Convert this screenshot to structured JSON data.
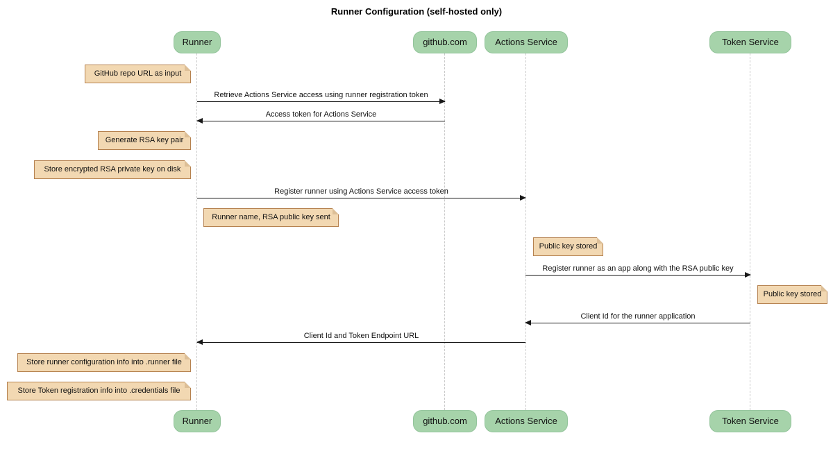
{
  "title": "Runner Configuration (self-hosted only)",
  "participants": [
    {
      "label": "Runner"
    },
    {
      "label": "github.com"
    },
    {
      "label": "Actions Service"
    },
    {
      "label": "Token Service"
    }
  ],
  "messages": [
    {
      "text": "Retrieve Actions Service access using runner registration token",
      "from": "Runner",
      "to": "github.com",
      "direction": "right"
    },
    {
      "text": "Access token for Actions Service",
      "from": "github.com",
      "to": "Runner",
      "direction": "left"
    },
    {
      "text": "Register runner using Actions Service access token",
      "from": "Runner",
      "to": "Actions Service",
      "direction": "right"
    },
    {
      "text": "Register runner as an app along with the RSA public key",
      "from": "Actions Service",
      "to": "Token Service",
      "direction": "right"
    },
    {
      "text": "Client Id for the runner application",
      "from": "Token Service",
      "to": "Actions Service",
      "direction": "left"
    },
    {
      "text": "Client Id and Token Endpoint URL",
      "from": "Actions Service",
      "to": "Runner",
      "direction": "left"
    }
  ],
  "notes": [
    {
      "text": "GitHub repo URL as input",
      "anchor": "Runner",
      "side": "left"
    },
    {
      "text": "Generate RSA key pair",
      "anchor": "Runner",
      "side": "left"
    },
    {
      "text": "Store encrypted RSA private key on disk",
      "anchor": "Runner",
      "side": "left"
    },
    {
      "text": "Runner name, RSA public key sent",
      "anchor": "Runner",
      "side": "right"
    },
    {
      "text": "Public key stored",
      "anchor": "Actions Service",
      "side": "right"
    },
    {
      "text": "Public key stored",
      "anchor": "Token Service",
      "side": "right"
    },
    {
      "text": "Store runner configuration info into .runner file",
      "anchor": "Runner",
      "side": "left"
    },
    {
      "text": "Store Token registration info into .credentials file",
      "anchor": "Runner",
      "side": "left"
    }
  ],
  "colors": {
    "participant_fill": "#a6d3aa",
    "participant_border": "#93c49b",
    "note_fill": "#f2d8b2",
    "note_border": "#b5814f",
    "lifeline": "#c9c9c9",
    "arrow": "#181818",
    "background": "#ffffff",
    "text": "#111111"
  }
}
